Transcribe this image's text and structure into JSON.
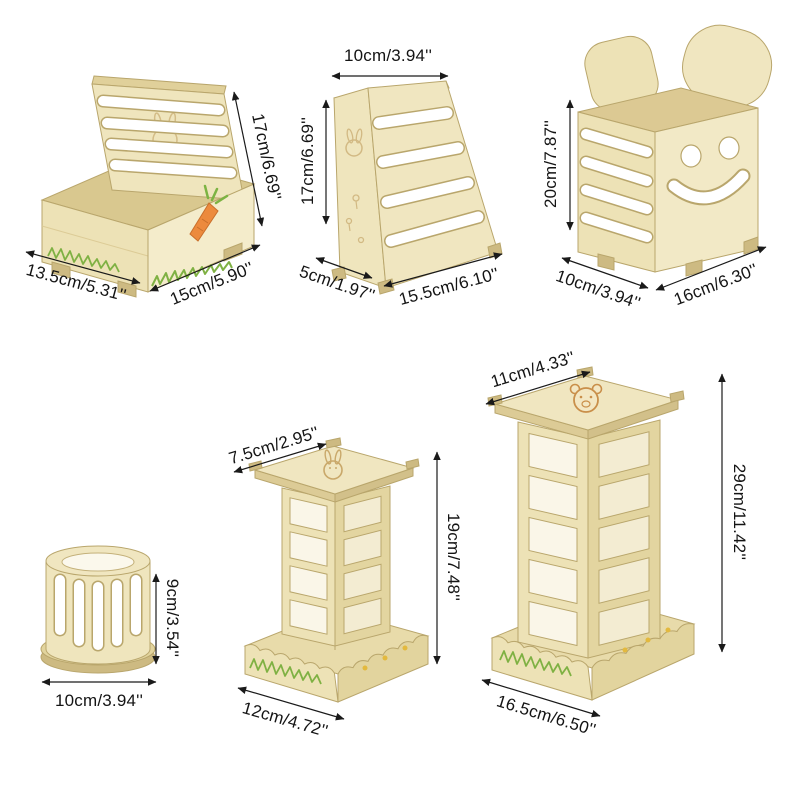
{
  "image": {
    "kind": "wooden hay feeder product dimension diagram",
    "background": "#ffffff",
    "annotation_color": "#141414",
    "wood_color": "#efe5bd"
  },
  "products": [
    {
      "key": "hay-feeder-box",
      "dims": {
        "height": "17cm/6.69''",
        "width": "13.5cm/5.31''",
        "depth": "15cm/5.90''"
      }
    },
    {
      "key": "slanted-hay-rack",
      "dims": {
        "top": "10cm/3.94''",
        "height": "17cm/6.69''",
        "bottom_left": "5cm/1.97''",
        "bottom_right": "15.5cm/6.10''"
      }
    },
    {
      "key": "smiley-face-feeder",
      "dims": {
        "height": "20cm/7.87''",
        "bottom_left": "10cm/3.94''",
        "bottom_right": "16cm/6.30''"
      }
    },
    {
      "key": "round-roller-feeder",
      "dims": {
        "height": "9cm/3.54''",
        "width": "10cm/3.94''"
      }
    },
    {
      "key": "tower-feeder-small",
      "dims": {
        "top": "7.5cm/2.95''",
        "height": "19cm/7.48''",
        "bottom": "12cm/4.72''"
      }
    },
    {
      "key": "tower-feeder-large",
      "dims": {
        "top": "11cm/4.33''",
        "height": "29cm/11.42''",
        "bottom": "16.5cm/6.50''"
      }
    }
  ]
}
